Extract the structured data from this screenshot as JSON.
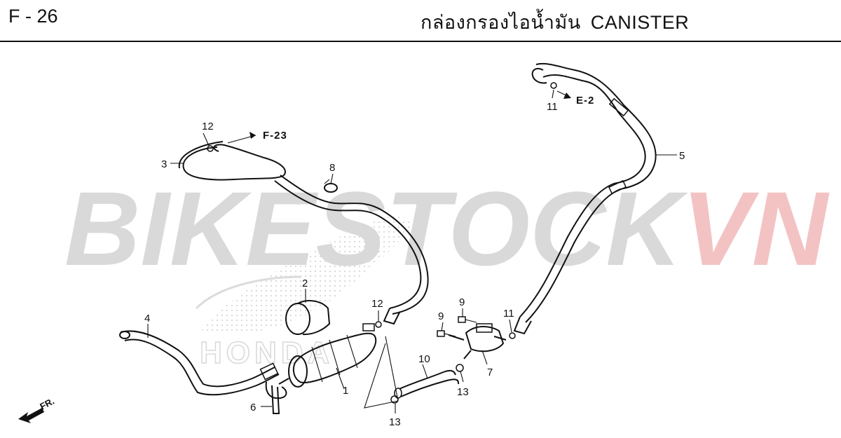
{
  "header": {
    "page_code": "F - 26",
    "title_thai": "กล่องกรองไอน้ำมัน",
    "title_en": "CANISTER"
  },
  "watermark": {
    "text_a": "BIKESTOCK",
    "text_b": "VN",
    "color_a": "#d9d9d9",
    "color_b": "#f3c3c3"
  },
  "brand_mark": {
    "text": "HONDA",
    "color": "#e2e2e2"
  },
  "references": {
    "f23": "F-23",
    "e2": "E-2",
    "front": "FR."
  },
  "callouts": {
    "c1": "1",
    "c2": "2",
    "c3": "3",
    "c4": "4",
    "c5": "5",
    "c6": "6",
    "c7": "7",
    "c8": "8",
    "c9a": "9",
    "c9b": "9",
    "c10": "10",
    "c11a": "11",
    "c11b": "11",
    "c12a": "12",
    "c12b": "12",
    "c13a": "13",
    "c13b": "13"
  }
}
